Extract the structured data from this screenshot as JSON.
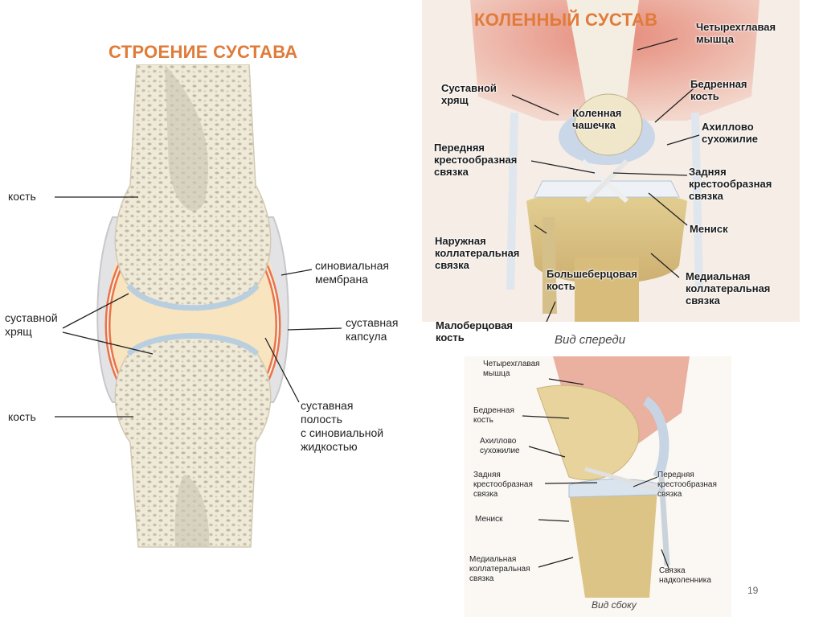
{
  "joint": {
    "title": "СТРОЕНИЕ СУСТАВА",
    "labels": {
      "bone_top": "кость",
      "synovial_membrane": "синовиальная\nмембрана",
      "cartilage": "суставной\nхрящ",
      "capsule": "суставная\nкапсула",
      "bone_bottom": "кость",
      "cavity": "суставная\nполость\nс синовиальной\nжидкостью"
    }
  },
  "knee_front": {
    "title": "КОЛЕННЫЙ СУСТАВ",
    "caption": "Вид спереди",
    "labels": {
      "quadriceps": "Четырехглавая\nмышца",
      "cartilage": "Суставной\nхрящ",
      "femur": "Бедренная\nкость",
      "patella": "Коленная\nчашечка",
      "achilles": "Ахиллово\nсухожилие",
      "anterior_cruciate": "Передняя\nкрестообразная\nсвязка",
      "posterior_cruciate": "Задняя\nкрестообразная\nсвязка",
      "meniscus": "Мениск",
      "lateral_collateral": "Наружная\nколлатеральная\nсвязка",
      "tibia": "Большеберцовая\nкость",
      "medial_collateral": "Медиальная\nколлатеральная\nсвязка",
      "fibula": "Малоберцовая\nкость"
    }
  },
  "knee_side": {
    "caption": "Вид сбоку",
    "labels": {
      "quadriceps": "Четырехглавая\nмышца",
      "femur": "Бедренная\nкость",
      "achilles": "Ахиллово\nсухожилие",
      "posterior_cruciate": "Задняя\nкрестообразная\nсвязка",
      "anterior_cruciate": "Передняя\nкрестообразная\nсвязка",
      "meniscus": "Мениск",
      "medial_collateral": "Медиальная\nколлатеральная\nсвязка",
      "patellar_ligament": "Связка\nнадколенника"
    }
  },
  "page_number": "19",
  "colors": {
    "title": "#e07b39",
    "bone": "#ece6d3",
    "cartilage": "#e8734a",
    "fluid": "#f8e4bf",
    "membrane": "#b9cfe0"
  }
}
